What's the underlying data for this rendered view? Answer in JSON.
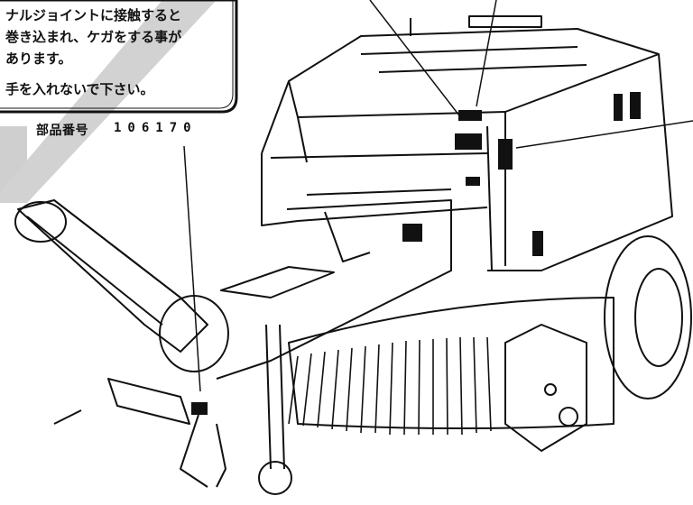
{
  "warning_label": {
    "lines": [
      "ナルジョイントに接触すると",
      "巻き込まれ、ケガをする事が",
      "あります。",
      "手を入れないで下さい。"
    ]
  },
  "part": {
    "label": "部品番号",
    "number": "106170"
  }
}
